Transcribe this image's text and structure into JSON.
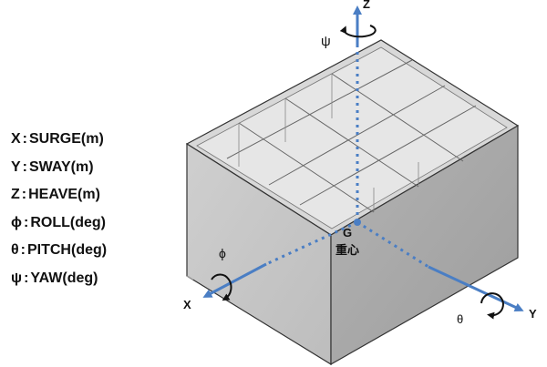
{
  "legend": [
    {
      "symbol": "X",
      "label": "SURGE(m)"
    },
    {
      "symbol": "Y",
      "label": "SWAY(m)"
    },
    {
      "symbol": "Z",
      "label": "HEAVE(m)"
    },
    {
      "symbol": "ϕ",
      "label": "ROLL(deg)"
    },
    {
      "symbol": "θ",
      "label": "PITCH(deg)"
    },
    {
      "symbol": "ψ",
      "label": "YAW(deg)"
    }
  ],
  "separator": ":",
  "diagram": {
    "axis_x_label": "X",
    "axis_y_label": "Y",
    "axis_z_label": "Z",
    "roll_label": "ϕ",
    "pitch_label": "θ",
    "yaw_label": "ψ",
    "center_label": "G",
    "center_caption": "重心"
  },
  "colors": {
    "axis": "#4a7ec4",
    "box_top": "#d6d6d6",
    "box_left": "#c9c9c9",
    "box_right": "#a8a8a8",
    "edge": "#333333"
  }
}
